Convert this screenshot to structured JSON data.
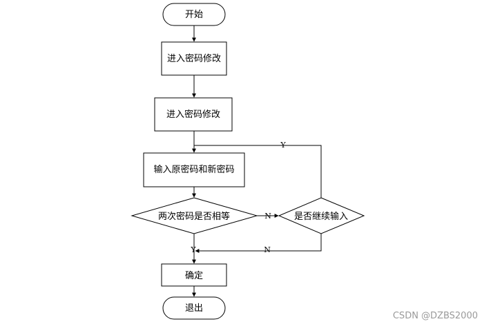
{
  "flowchart": {
    "start": "开始",
    "step_enter_1": "进入密码修改",
    "step_enter_2": "进入密码修改",
    "step_input": "输入原密码和新密码",
    "decision_same": "两次密码是否相等",
    "decision_continue": "是否继续输入",
    "confirm": "确定",
    "exit": "退出",
    "label_y_top": "Y",
    "label_n_right": "N",
    "label_y_down": "Y",
    "label_n_bottom": "N"
  },
  "watermark": "CSDN @DZBS2000"
}
